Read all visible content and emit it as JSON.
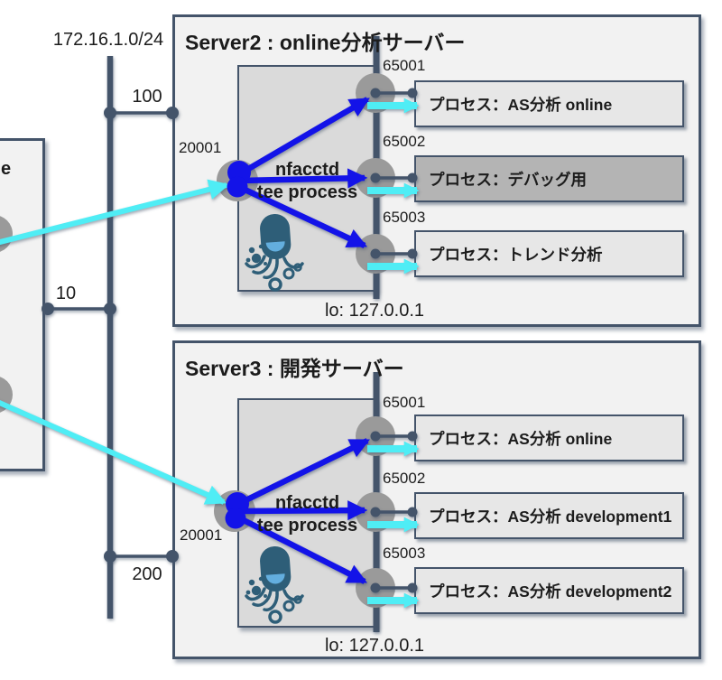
{
  "colors": {
    "slate": "#44546A",
    "blue": "#1313E8",
    "cyan": "#4FEDF5",
    "server-fill": "#F2F2F2",
    "inner-fill": "#DADADA",
    "process-fill": "#E7E7E7",
    "debug-fill": "#B4B4B4",
    "node-gray": "#9A9A9A",
    "octopus": "#2E5E78",
    "octopus-eye": "#63AEDE",
    "text": "#1C1C1C"
  },
  "icons": {
    "octopus": "pmacct-octopus-logo",
    "node": "network-port-node",
    "arrow_blue": "tee-replication-arrow",
    "arrow_cyan": "flow-export-arrow"
  },
  "network": {
    "subnet_label": "172.16.1.0/24",
    "link_100": "100",
    "link_10": "10",
    "link_200": "200"
  },
  "server1": {
    "title_fragment": "e"
  },
  "server2": {
    "title": "Server2 : online分析サーバー",
    "ingress_port": "20001",
    "daemon_name": "nfacctd",
    "daemon_role": "tee process",
    "loopback": "lo: 127.0.0.1",
    "ports": [
      {
        "number": "65001",
        "process": "プロセス：AS分析 online"
      },
      {
        "number": "65002",
        "process": "プロセス：デバッグ用"
      },
      {
        "number": "65003",
        "process": "プロセス：トレンド分析"
      }
    ]
  },
  "server3": {
    "title": "Server3 : 開発サーバー",
    "ingress_port": "20001",
    "daemon_name": "nfacctd",
    "daemon_role": "tee process",
    "loopback": "lo: 127.0.0.1",
    "ports": [
      {
        "number": "65001",
        "process": "プロセス：AS分析 online"
      },
      {
        "number": "65002",
        "process": "プロセス：AS分析 development1"
      },
      {
        "number": "65003",
        "process": "プロセス：AS分析 development2"
      }
    ]
  }
}
